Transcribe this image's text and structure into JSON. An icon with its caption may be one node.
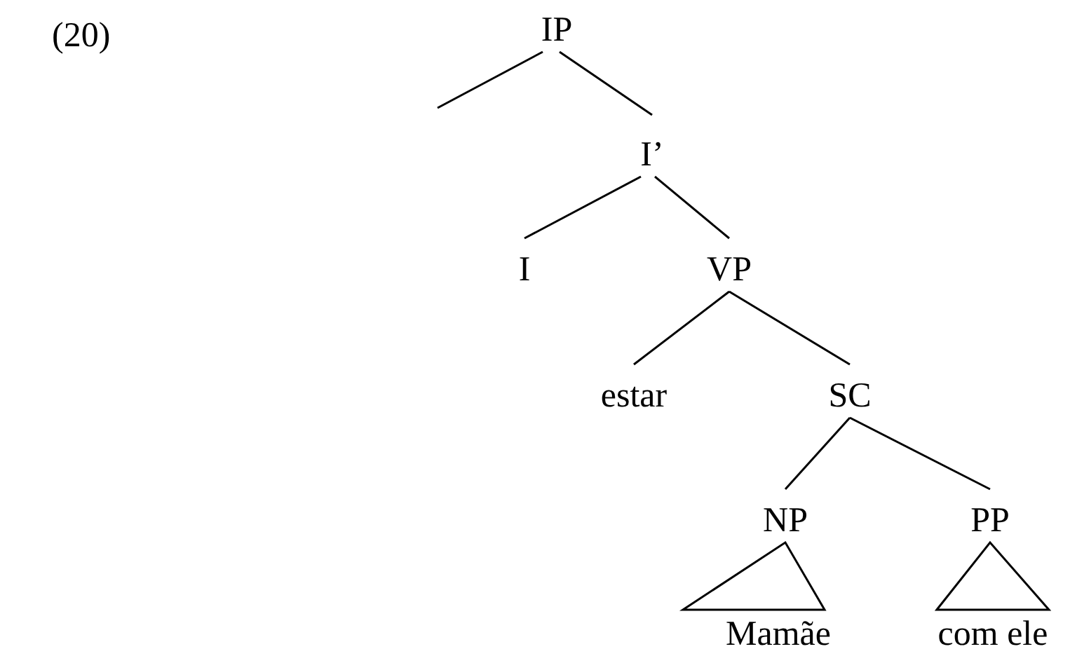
{
  "diagram": {
    "nodes": [
      {
        "text": [
          "IP"
        ]
      },
      {
        "text": [
          "I’"
        ]
      },
      {
        "text": [
          "I"
        ]
      },
      {
        "text": [
          "VP"
        ]
      },
      {
        "text": [
          "estar"
        ]
      },
      {
        "text": [
          "SC"
        ]
      },
      {
        "text": [
          "NP"
        ]
      },
      {
        "text": [
          "PP"
        ]
      },
      {
        "text": [
          "Mamãe"
        ]
      },
      {
        "text": [
          "com ele"
        ]
      }
    ],
    "edges": [
      {
        "from": 0,
        "to": null,
        "arrow": "none"
      },
      {
        "from": 0,
        "to": 1,
        "arrow": "none"
      },
      {
        "from": 1,
        "to": 2,
        "arrow": "none"
      },
      {
        "from": 1,
        "to": 3,
        "arrow": "none"
      },
      {
        "from": 3,
        "to": 4,
        "arrow": "none"
      },
      {
        "from": 3,
        "to": 5,
        "arrow": "none"
      },
      {
        "from": 5,
        "to": 6,
        "arrow": "none"
      },
      {
        "from": 5,
        "to": 7,
        "arrow": "none"
      },
      {
        "from": 6,
        "to": 8,
        "arrow": "none"
      },
      {
        "from": 7,
        "to": 9,
        "arrow": "none"
      }
    ],
    "labels": [
      "(20)"
    ]
  }
}
